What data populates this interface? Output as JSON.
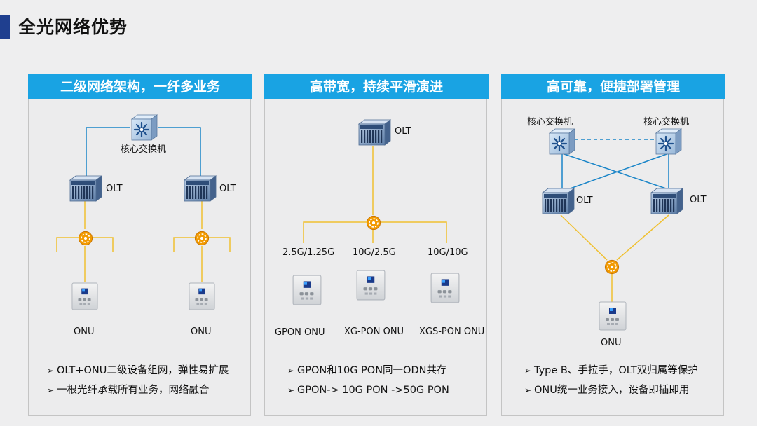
{
  "page": {
    "title": "全光网络优势"
  },
  "colors": {
    "accent": "#1f3f8f",
    "header": "#19a3e3",
    "fiber": "#f0c030",
    "link": "#1a85c8",
    "splitter": "#f09a00"
  },
  "icons": {
    "switch": "core-switch-icon",
    "olt": "olt-chassis-icon",
    "splitter": "optical-splitter-icon",
    "onu": "onu-device-icon",
    "bullet": "arrow-bullet-icon"
  },
  "panels": [
    {
      "header": "二级网络架构，一纤多业务",
      "labels": {
        "core": "核心交换机",
        "olt1": "OLT",
        "olt2": "OLT",
        "onu1": "ONU",
        "onu2": "ONU"
      },
      "bullets": [
        "OLT+ONU二级设备组网，弹性易扩展",
        "一根光纤承载所有业务，网络融合"
      ]
    },
    {
      "header": "高带宽，持续平滑演进",
      "labels": {
        "olt": "OLT",
        "rate1": "2.5G/1.25G",
        "rate2": "10G/2.5G",
        "rate3": "10G/10G",
        "onu1": "GPON ONU",
        "onu2": "XG-PON ONU",
        "onu3": "XGS-PON ONU"
      },
      "bullets": [
        "GPON和10G PON同一ODN共存",
        "GPON-> 10G PON ->50G PON"
      ]
    },
    {
      "header": "高可靠，便捷部署管理",
      "labels": {
        "core1": "核心交换机",
        "core2": "核心交换机",
        "olt1": "OLT",
        "olt2": "OLT",
        "onu": "ONU"
      },
      "bullets": [
        "Type B、手拉手，OLT双归属等保护",
        "ONU统一业务接入，设备即插即用"
      ]
    }
  ]
}
